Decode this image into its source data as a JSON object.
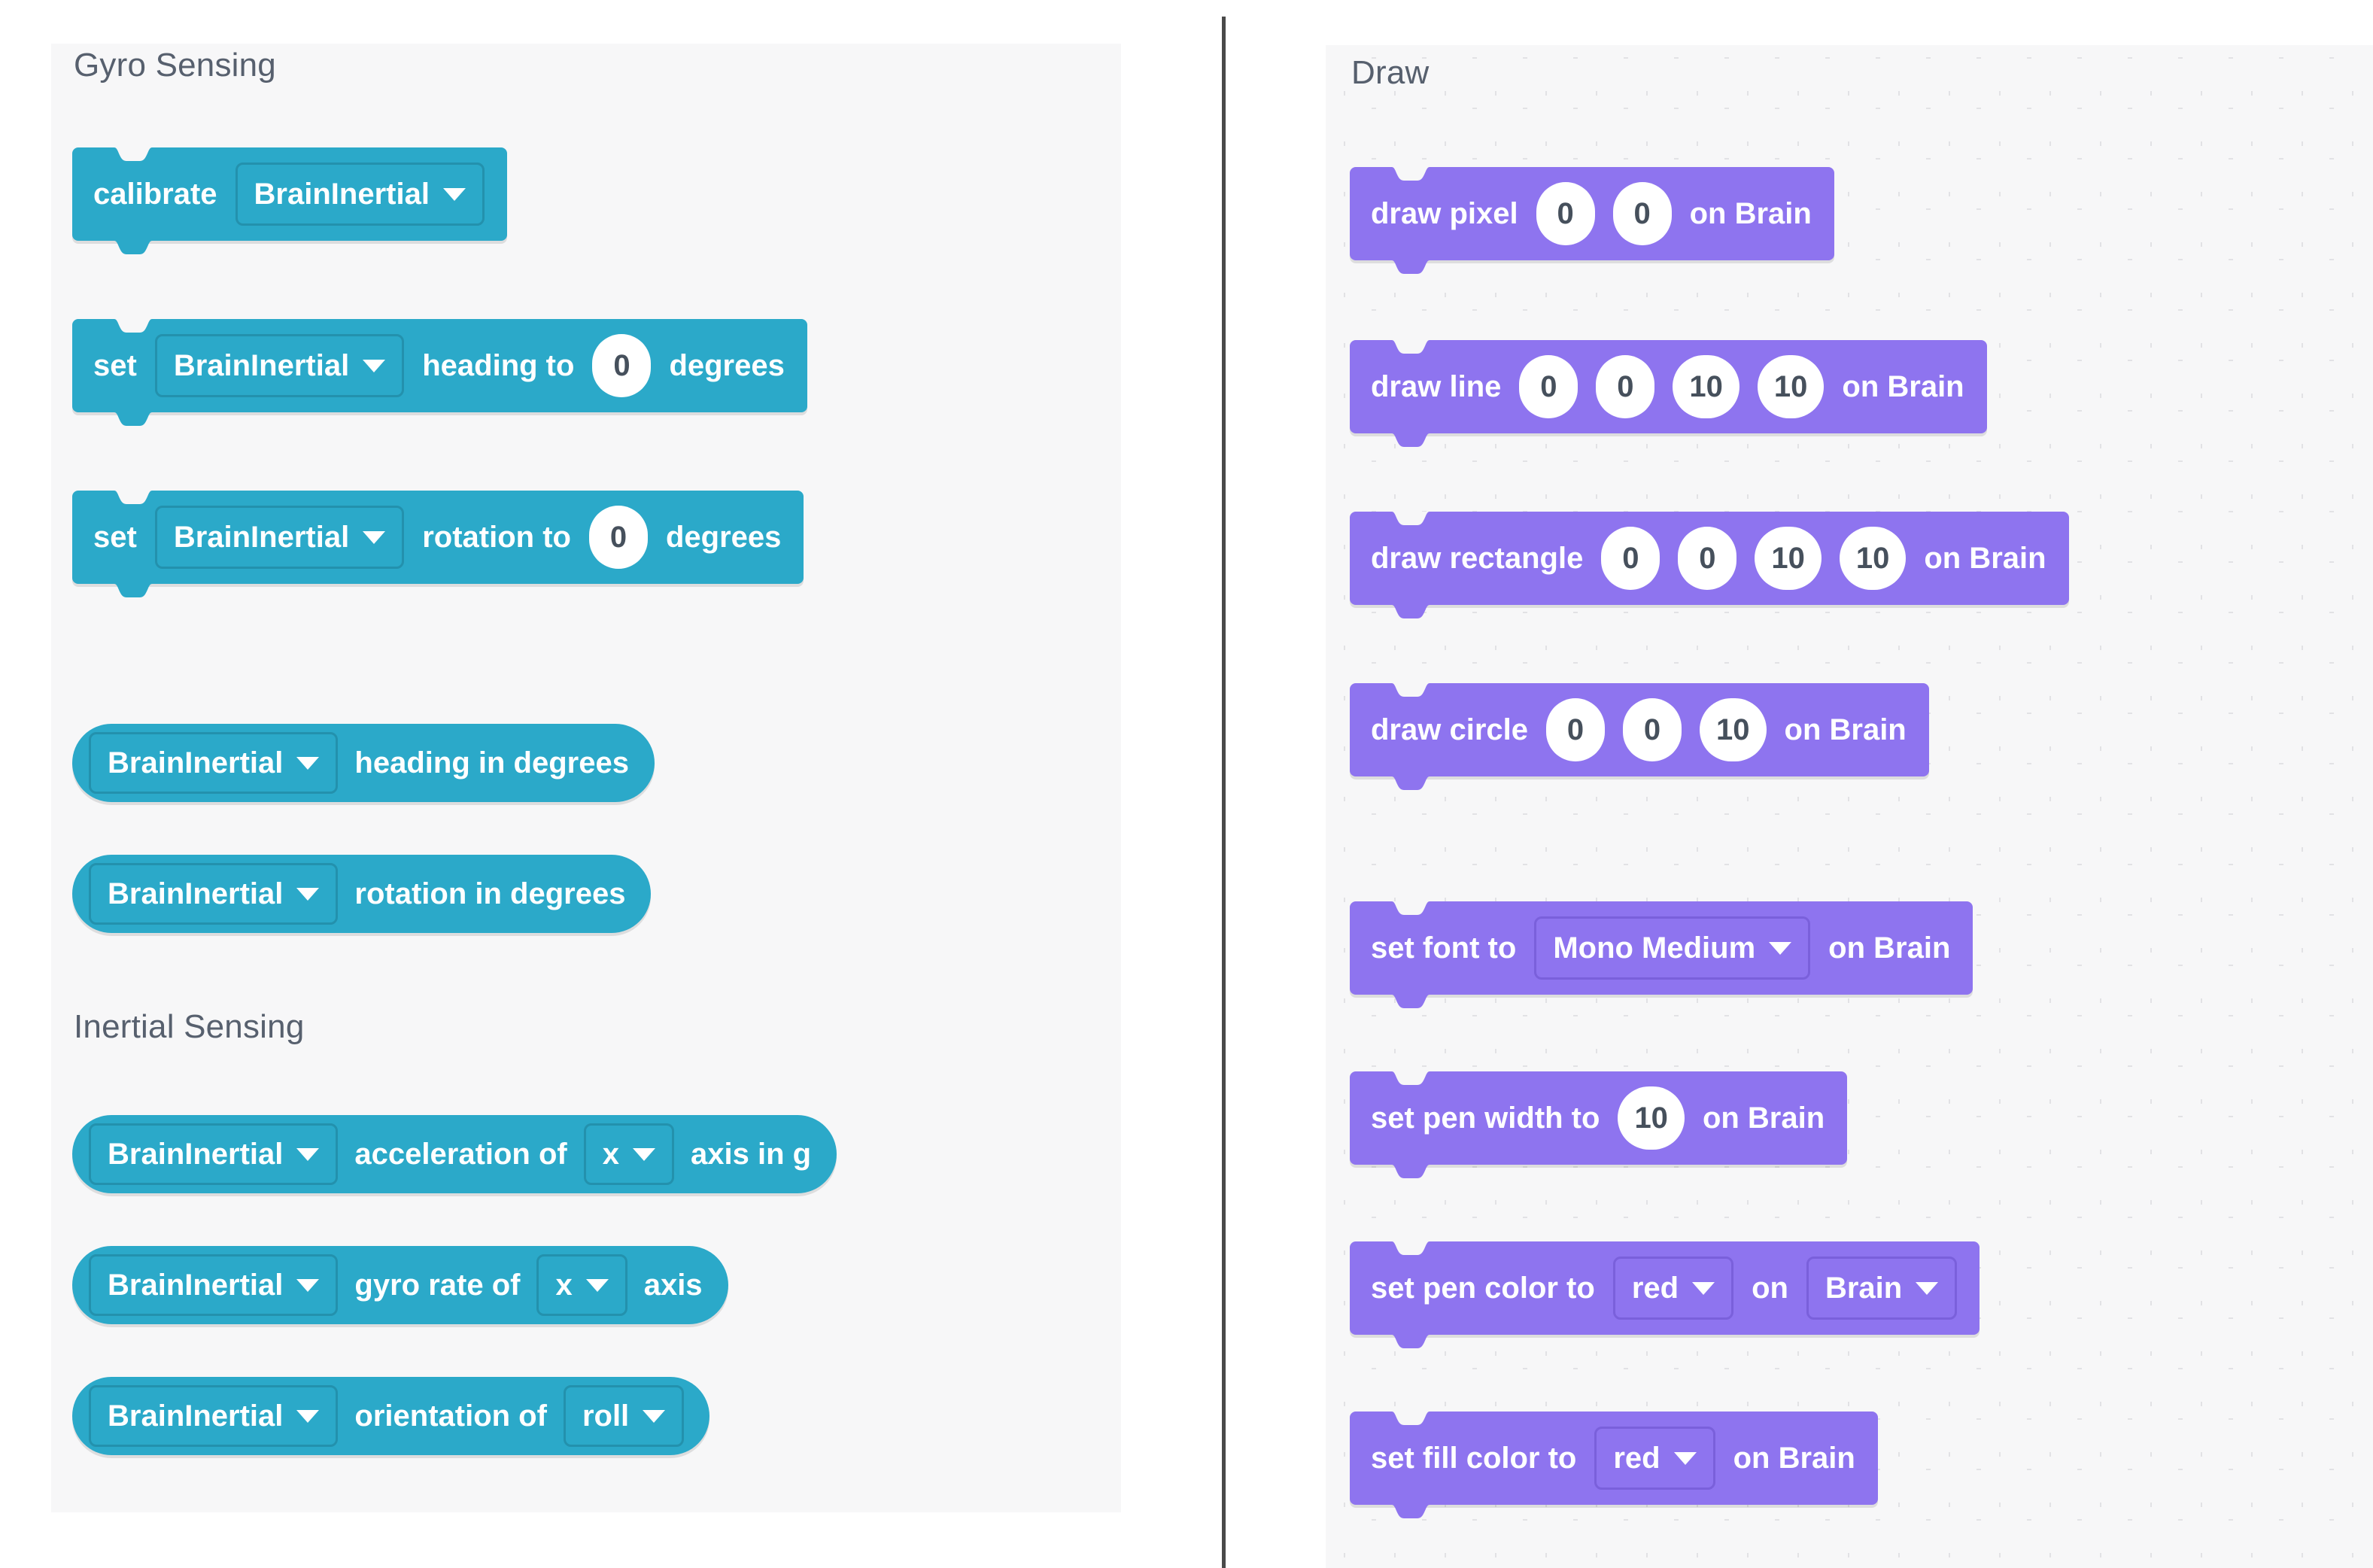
{
  "left_panel": {
    "sections": [
      {
        "title": "Gyro Sensing"
      },
      {
        "title": "Inertial Sensing"
      }
    ],
    "blocks": {
      "calibrate": {
        "word1": "calibrate",
        "device": "BrainInertial"
      },
      "set_heading": {
        "word1": "set",
        "device": "BrainInertial",
        "word2": "heading to",
        "value": "0",
        "word3": "degrees"
      },
      "set_rotation": {
        "word1": "set",
        "device": "BrainInertial",
        "word2": "rotation to",
        "value": "0",
        "word3": "degrees"
      },
      "heading_in_degrees": {
        "device": "BrainInertial",
        "word1": "heading in degrees"
      },
      "rotation_in_degrees": {
        "device": "BrainInertial",
        "word1": "rotation in degrees"
      },
      "acceleration": {
        "device": "BrainInertial",
        "word1": "acceleration of",
        "axis": "x",
        "word2": "axis in g"
      },
      "gyro_rate": {
        "device": "BrainInertial",
        "word1": "gyro rate of",
        "axis": "x",
        "word2": "axis"
      },
      "orientation": {
        "device": "BrainInertial",
        "word1": "orientation of",
        "axis": "roll"
      }
    }
  },
  "right_panel": {
    "sections": [
      {
        "title": "Draw"
      }
    ],
    "blocks": {
      "draw_pixel": {
        "word1": "draw pixel",
        "x": "0",
        "y": "0",
        "word2": "on Brain"
      },
      "draw_line": {
        "word1": "draw line",
        "x1": "0",
        "y1": "0",
        "x2": "10",
        "y2": "10",
        "word2": "on Brain"
      },
      "draw_rectangle": {
        "word1": "draw rectangle",
        "x": "0",
        "y": "0",
        "w": "10",
        "h": "10",
        "word2": "on Brain"
      },
      "draw_circle": {
        "word1": "draw circle",
        "x": "0",
        "y": "0",
        "r": "10",
        "word2": "on Brain"
      },
      "set_font": {
        "word1": "set font to",
        "font": "Mono Medium",
        "word2": "on Brain"
      },
      "set_pen_width": {
        "word1": "set pen width to",
        "value": "10",
        "word2": "on Brain"
      },
      "set_pen_color": {
        "word1": "set pen color to",
        "color": "red",
        "word2": "on",
        "device": "Brain"
      },
      "set_fill_color": {
        "word1": "set fill color to",
        "color": "red",
        "word2": "on Brain"
      }
    }
  },
  "colors": {
    "sensing_teal": "#2ba9c9",
    "looks_purple": "#8e74ef",
    "panel_background": "#f7f7f8",
    "heading_text": "#57606e",
    "divider": "#4a4a4a",
    "field_text": "#46505c"
  },
  "icons": {
    "dropdown_caret": "chevron-down-icon"
  }
}
